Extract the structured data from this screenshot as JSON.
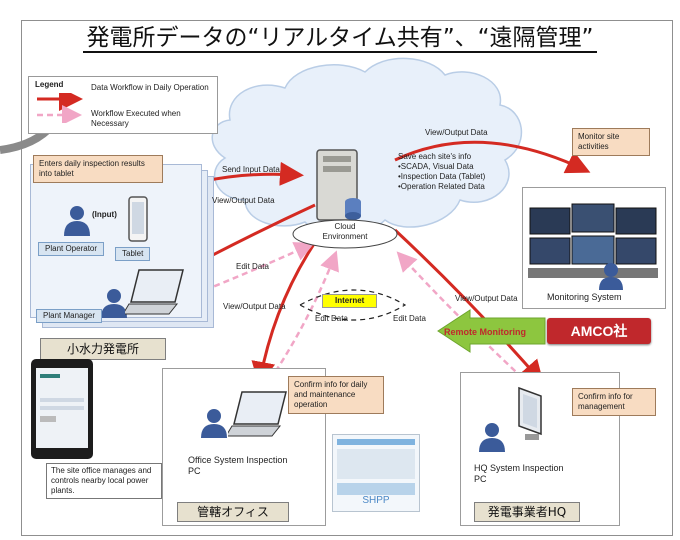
{
  "title": "発電所データの“リアルタイム共有”、“遠隔管理”",
  "legend": {
    "heading": "Legend",
    "solid_label": "Data Workflow in Daily Operation",
    "dashed_label": "Workflow Executed when Necessary"
  },
  "cloud": {
    "label": "Cloud Environment",
    "server_info": [
      "Save each site's info",
      "•SCADA, Visual Data",
      "•Inspection Data (Tablet)",
      "•Operation Related Data"
    ]
  },
  "internet_label": "Internet",
  "flows": {
    "send_input": "Send Input Data",
    "view_output_left": "View/Output Data",
    "edit_data_left": "Edit Data",
    "view_output_top_right": "View/Output Data",
    "view_output_office": "View/Output Data",
    "edit_data_mid_left": "Edit Data",
    "edit_data_mid_right": "Edit Data",
    "view_output_hq": "View/Output Data",
    "remote_monitoring": "Remote Monitoring"
  },
  "plant": {
    "callout": "Enters daily inspection results into tablet",
    "input_label": "(Input)",
    "tablet_label": "Tablet",
    "operator_label": "Plant Operator",
    "manager_label": "Plant Manager",
    "site_name": "小水力発電所"
  },
  "monitoring": {
    "callout": "Monitor site activities",
    "system_label": "Monitoring System",
    "company": "AMCO社"
  },
  "office": {
    "callout": "Confirm info for daily and maintenance operation",
    "pc_label": "Office System Inspection PC",
    "name": "管轄オフィス",
    "site_note": "The site office manages and controls nearby local power plants.",
    "screenshot_caption": "SHPP"
  },
  "hq": {
    "callout": "Confirm info for management",
    "pc_label": "HQ System Inspection PC",
    "name": "発電事業者HQ"
  },
  "colors": {
    "solid_arrow": "#d42a22",
    "dashed_arrow": "#f1a6c6",
    "remote_arrow": "#8dc63f",
    "callout": "#f8dcc2",
    "amco": "#c0282c"
  }
}
